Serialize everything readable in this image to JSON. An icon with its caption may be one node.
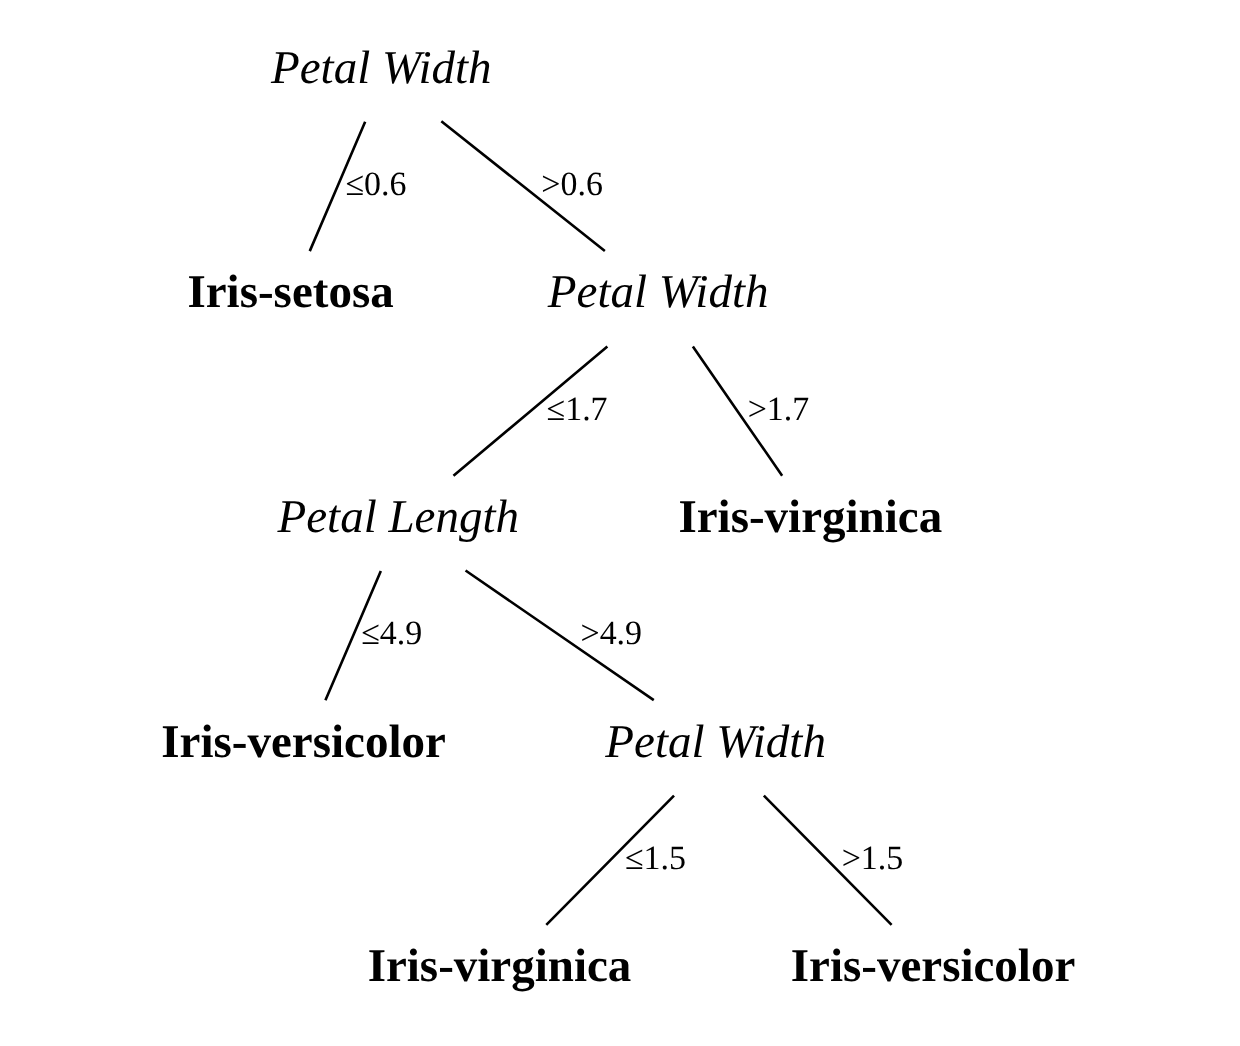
{
  "diagram": {
    "nodes": [
      {
        "text": [
          "Petal Width"
        ]
      },
      {
        "text": [
          "Iris-setosa"
        ]
      },
      {
        "text": [
          "Petal Width"
        ]
      },
      {
        "text": [
          "Petal Length"
        ]
      },
      {
        "text": [
          "Iris-virginica"
        ]
      },
      {
        "text": [
          "Iris-versicolor"
        ]
      },
      {
        "text": [
          "Petal Width"
        ]
      },
      {
        "text": [
          "Iris-virginica"
        ]
      },
      {
        "text": [
          "Iris-versicolor"
        ]
      }
    ],
    "edges": [
      {
        "from": 0,
        "to": 1,
        "arrow": "none",
        "label": "≤0.6"
      },
      {
        "from": 0,
        "to": 2,
        "arrow": "none",
        "label": ">0.6"
      },
      {
        "from": 2,
        "to": 3,
        "arrow": "none",
        "label": "≤1.7"
      },
      {
        "from": 2,
        "to": 4,
        "arrow": "none",
        "label": ">1.7"
      },
      {
        "from": 3,
        "to": 5,
        "arrow": "none",
        "label": "≤4.9"
      },
      {
        "from": 3,
        "to": 6,
        "arrow": "none",
        "label": ">4.9"
      },
      {
        "from": 6,
        "to": 7,
        "arrow": "none",
        "label": "≤1.5"
      },
      {
        "from": 6,
        "to": 8,
        "arrow": "none",
        "label": ">1.5"
      }
    ]
  }
}
